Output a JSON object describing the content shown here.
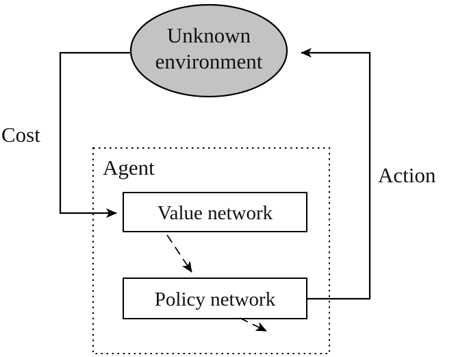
{
  "colors": {
    "stroke": "#000000",
    "ellipse_fill": "#c3c3c3",
    "background": "#ffffff"
  },
  "nodes": {
    "environment": {
      "line1": "Unknown",
      "line2": "environment"
    },
    "agent": {
      "label": "Agent"
    },
    "value_network": {
      "label": "Value network"
    },
    "policy_network": {
      "label": "Policy network"
    }
  },
  "edges": {
    "cost": {
      "label": "Cost"
    },
    "action": {
      "label": "Action"
    }
  }
}
